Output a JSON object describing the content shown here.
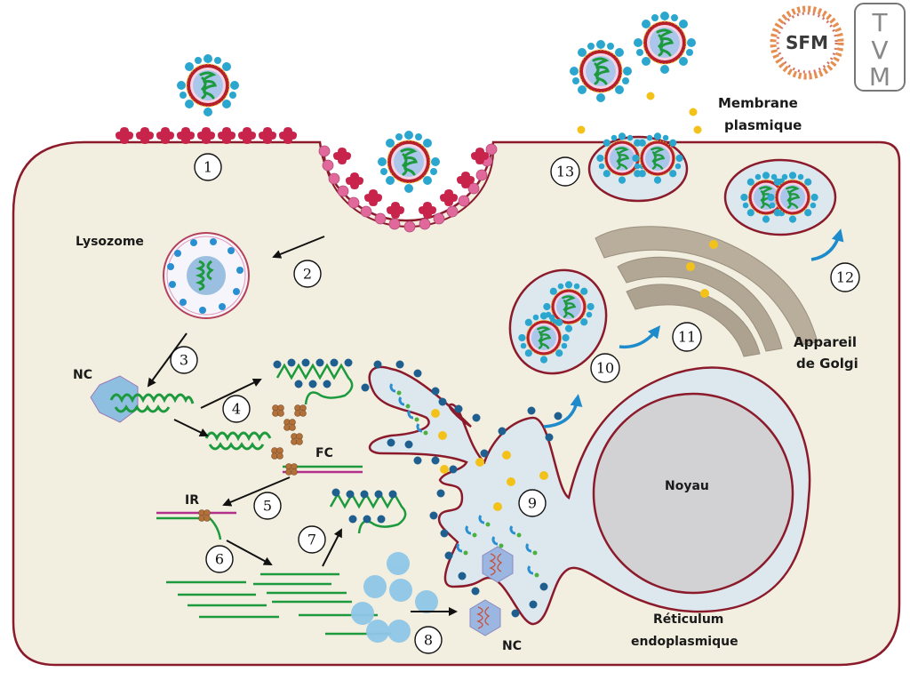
{
  "title": "Cycle de réplication viral dans la cellule",
  "logos": {
    "sfm": "SFM",
    "tvm": [
      "T",
      "V",
      "M"
    ]
  },
  "labels": {
    "membrane": [
      "Membrane",
      "plasmique"
    ],
    "lysosome": "Lysozome",
    "nc_top": "NC",
    "nc_bottom": "NC",
    "fc": "FC",
    "ir": "IR",
    "golgi": [
      "Appareil",
      "de Golgi"
    ],
    "noyau": "Noyau",
    "reticulum": [
      "Réticulum",
      "endoplasmique"
    ]
  },
  "steps": [
    {
      "num": "1"
    },
    {
      "num": "2"
    },
    {
      "num": "3"
    },
    {
      "num": "4"
    },
    {
      "num": "5"
    },
    {
      "num": "6"
    },
    {
      "num": "7"
    },
    {
      "num": "8"
    },
    {
      "num": "9"
    },
    {
      "num": "10"
    },
    {
      "num": "11"
    },
    {
      "num": "12"
    },
    {
      "num": "13"
    }
  ],
  "colors": {
    "cytoplasm": "#f3efe0",
    "membrane": "#8b1a2b",
    "receptor": "#c8234a",
    "er_fill": "#dde8ee",
    "ribosome": "#1f5f8f",
    "nucleus": "#d2d2d4",
    "golgi": "#b9ae9c",
    "rna": "#1e9a3e",
    "capsid": "#8fbfe0",
    "vesicle_dot": "#f3c21a",
    "arrow_blue": "#1e8ccc",
    "pink_coat": "#e0689a"
  }
}
